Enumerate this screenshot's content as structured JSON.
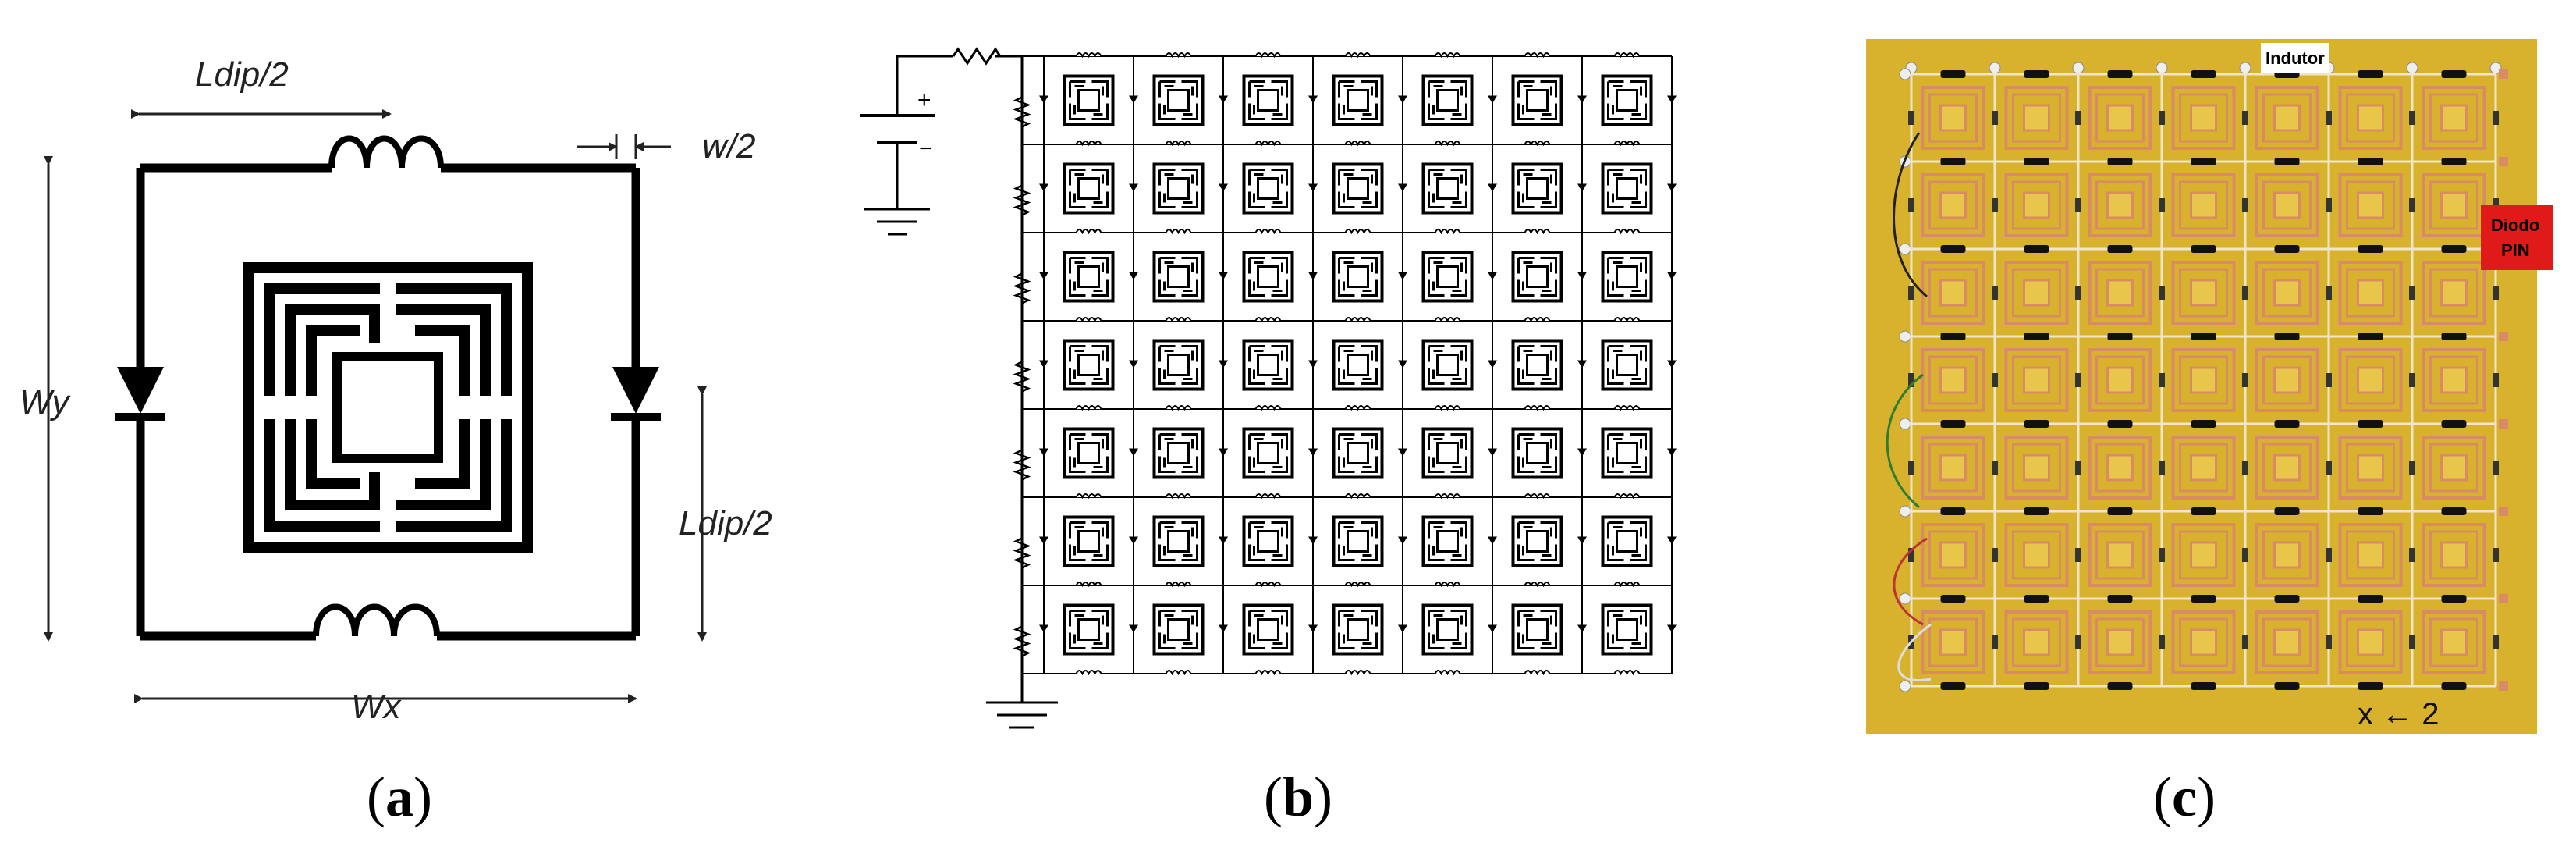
{
  "panel_a": {
    "labels": {
      "ldip_top": "Ldip/2",
      "w_half": "w/2",
      "wy": "Wy",
      "ldip_right": "Ldip/2",
      "wx": "Wx"
    },
    "caption": {
      "open": "(",
      "letter": "a",
      "close": ")"
    }
  },
  "panel_b": {
    "battery_plus": "+",
    "battery_minus": "−",
    "caption": {
      "open": "(",
      "letter": "b",
      "close": ")"
    }
  },
  "panel_c": {
    "inductor_label": "Indutor",
    "diode_label_line1": "Diodo",
    "diode_label_line2": "PIN",
    "board_mark": "x ← 2",
    "caption": {
      "open": "(",
      "letter": "c",
      "close": ")"
    },
    "colors": {
      "board": "#d8b22c",
      "copper": "#d98a66",
      "diode_tag": "#e01919"
    }
  }
}
